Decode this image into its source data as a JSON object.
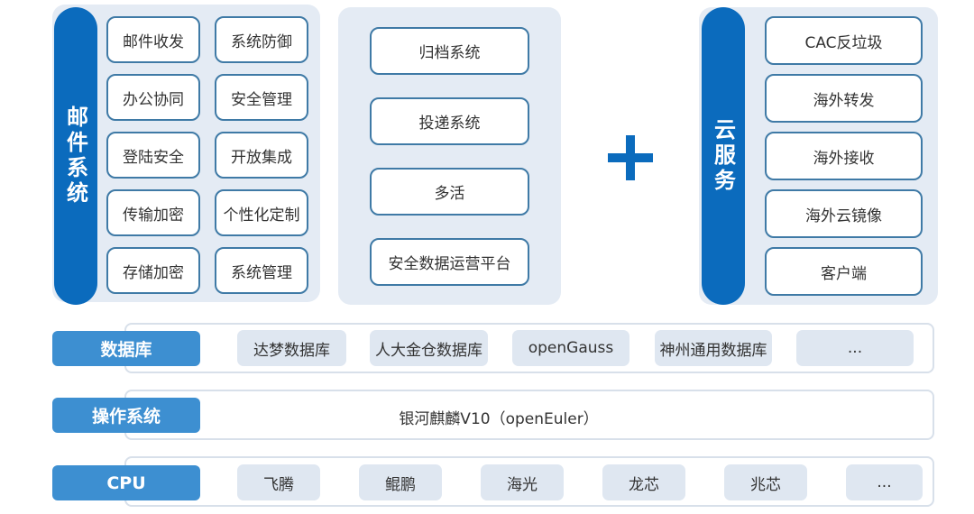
{
  "mail": {
    "title": "邮件系统",
    "items": [
      "邮件收发",
      "系统防御",
      "办公协同",
      "安全管理",
      "登陆安全",
      "开放集成",
      "传输加密",
      "个性化定制",
      "存储加密",
      "系统管理"
    ]
  },
  "middle": {
    "items": [
      "归档系统",
      "投递系统",
      "多活",
      "安全数据运营平台"
    ]
  },
  "plus": "+",
  "cloud": {
    "title": "云服务",
    "items": [
      "CAC反垃圾",
      "海外转发",
      "海外接收",
      "海外云镜像",
      "客户端"
    ]
  },
  "database": {
    "label": "数据库",
    "items": [
      "达梦数据库",
      "人大金仓数据库",
      "openGauss",
      "神州通用数据库",
      "..."
    ]
  },
  "os": {
    "label": "操作系统",
    "value": "银河麒麟V10（openEuler）"
  },
  "cpu": {
    "label": "CPU",
    "items": [
      "飞腾",
      "鲲鹏",
      "海光",
      "龙芯",
      "兆芯",
      "..."
    ]
  }
}
